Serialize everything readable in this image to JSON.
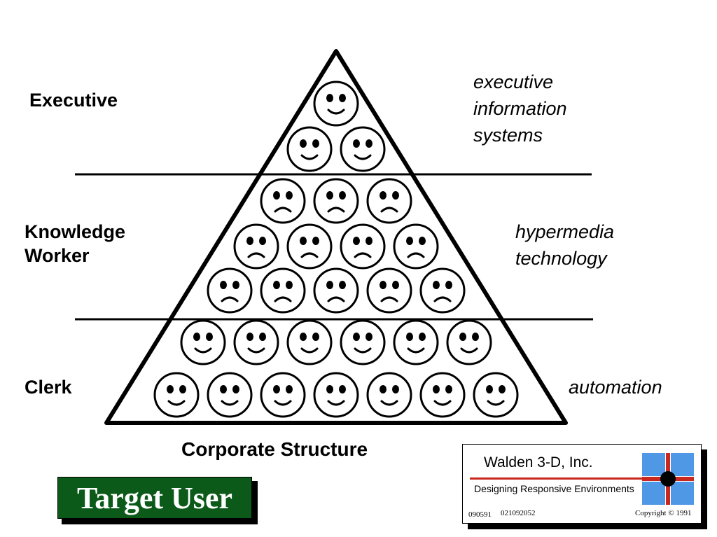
{
  "diagram": {
    "caption": "Corporate Structure",
    "levels": [
      {
        "name": "Executive",
        "technology": [
          "executive",
          "information",
          "systems"
        ],
        "mood": "happy"
      },
      {
        "name": [
          "Knowledge",
          "Worker"
        ],
        "technology": [
          "hypermedia",
          "technology"
        ],
        "mood": "sad"
      },
      {
        "name": "Clerk",
        "technology": [
          "automation"
        ],
        "mood": "happy"
      }
    ],
    "faces_per_row": [
      1,
      2,
      3,
      4,
      5,
      6,
      7
    ],
    "row_moods": [
      "happy",
      "happy",
      "sad",
      "sad",
      "sad",
      "happy",
      "happy"
    ]
  },
  "badge": {
    "text": "Target User",
    "color": "#0b5a19"
  },
  "footer_card": {
    "company": "Walden 3-D, Inc.",
    "tagline": "Designing Responsive Environments",
    "code1": "090591",
    "code2": "021092052",
    "copyright": "Copyright © 1991",
    "logo_colors": {
      "blue": "#4f98e6",
      "red": "#c8281e"
    }
  }
}
